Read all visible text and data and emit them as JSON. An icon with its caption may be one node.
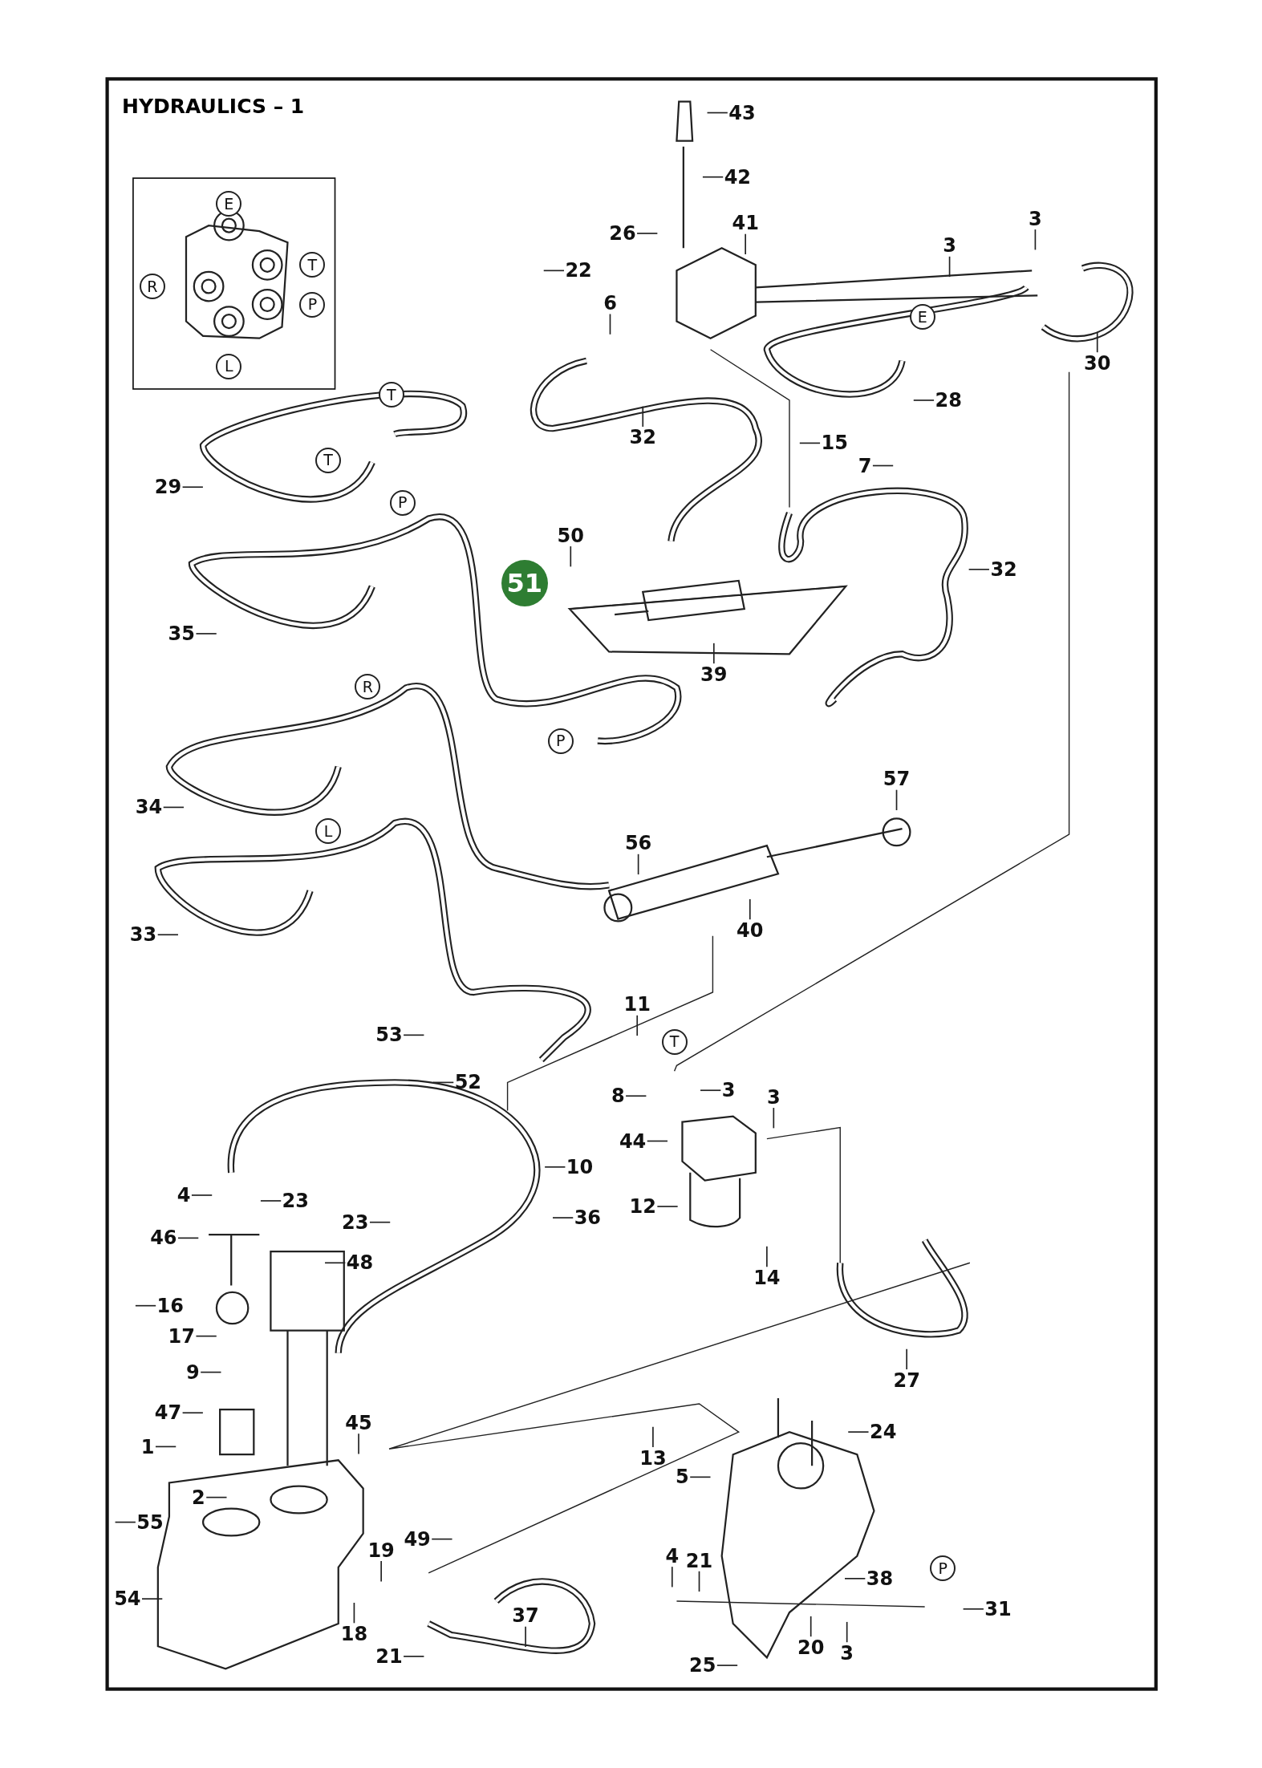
{
  "diagram": {
    "title": "HYDRAULICS – 1",
    "nodes": [
      {
        "text": [
          "43"
        ]
      },
      {
        "text": [
          "42"
        ]
      },
      {
        "text": [
          "26"
        ]
      },
      {
        "text": [
          "41"
        ]
      },
      {
        "text": [
          "3"
        ]
      },
      {
        "text": [
          "3"
        ]
      },
      {
        "text": [
          "22"
        ]
      },
      {
        "text": [
          "6"
        ]
      },
      {
        "text": [
          "30"
        ]
      },
      {
        "text": [
          "28"
        ]
      },
      {
        "text": [
          "32"
        ]
      },
      {
        "text": [
          "15"
        ]
      },
      {
        "text": [
          "7"
        ]
      },
      {
        "text": [
          "29"
        ]
      },
      {
        "text": [
          "50"
        ]
      },
      {
        "text": [
          "32"
        ]
      },
      {
        "text": [
          "35"
        ]
      },
      {
        "text": [
          "39"
        ]
      },
      {
        "text": [
          "57"
        ]
      },
      {
        "text": [
          "34"
        ]
      },
      {
        "text": [
          "56"
        ]
      },
      {
        "text": [
          "40"
        ]
      },
      {
        "text": [
          "33"
        ]
      },
      {
        "text": [
          "11"
        ]
      },
      {
        "text": [
          "53"
        ]
      },
      {
        "text": [
          "52"
        ]
      },
      {
        "text": [
          "8"
        ]
      },
      {
        "text": [
          "3"
        ]
      },
      {
        "text": [
          "3"
        ]
      },
      {
        "text": [
          "44"
        ]
      },
      {
        "text": [
          "10"
        ]
      },
      {
        "text": [
          "12"
        ]
      },
      {
        "text": [
          "4"
        ]
      },
      {
        "text": [
          "23"
        ]
      },
      {
        "text": [
          "23"
        ]
      },
      {
        "text": [
          "36"
        ]
      },
      {
        "text": [
          "46"
        ]
      },
      {
        "text": [
          "48"
        ]
      },
      {
        "text": [
          "14"
        ]
      },
      {
        "text": [
          "16"
        ]
      },
      {
        "text": [
          "17"
        ]
      },
      {
        "text": [
          "9"
        ]
      },
      {
        "text": [
          "27"
        ]
      },
      {
        "text": [
          "47"
        ]
      },
      {
        "text": [
          "45"
        ]
      },
      {
        "text": [
          "24"
        ]
      },
      {
        "text": [
          "1"
        ]
      },
      {
        "text": [
          "13"
        ]
      },
      {
        "text": [
          "5"
        ]
      },
      {
        "text": [
          "2"
        ]
      },
      {
        "text": [
          "55"
        ]
      },
      {
        "text": [
          "49"
        ]
      },
      {
        "text": [
          "19"
        ]
      },
      {
        "text": [
          "4"
        ]
      },
      {
        "text": [
          "21"
        ]
      },
      {
        "text": [
          "38"
        ]
      },
      {
        "text": [
          "54"
        ]
      },
      {
        "text": [
          "31"
        ]
      },
      {
        "text": [
          "37"
        ]
      },
      {
        "text": [
          "18"
        ]
      },
      {
        "text": [
          "20"
        ]
      },
      {
        "text": [
          "3"
        ]
      },
      {
        "text": [
          "21"
        ]
      },
      {
        "text": [
          "25"
        ]
      }
    ],
    "edges": [
      {
        "from": 0,
        "to": null,
        "arrow": "none"
      },
      {
        "from": 1,
        "to": null,
        "arrow": "none"
      },
      {
        "from": 2,
        "to": null,
        "arrow": "none"
      },
      {
        "from": 3,
        "to": null,
        "arrow": "none"
      },
      {
        "from": 4,
        "to": null,
        "arrow": "none"
      },
      {
        "from": 5,
        "to": null,
        "arrow": "none"
      },
      {
        "from": 6,
        "to": null,
        "arrow": "none"
      },
      {
        "from": 7,
        "to": null,
        "arrow": "none"
      },
      {
        "from": 8,
        "to": null,
        "arrow": "none"
      },
      {
        "from": 9,
        "to": null,
        "arrow": "none"
      },
      {
        "from": 10,
        "to": null,
        "arrow": "none"
      },
      {
        "from": 11,
        "to": null,
        "arrow": "none"
      },
      {
        "from": 12,
        "to": null,
        "arrow": "none"
      },
      {
        "from": 13,
        "to": null,
        "arrow": "none"
      },
      {
        "from": 14,
        "to": null,
        "arrow": "none"
      },
      {
        "from": 15,
        "to": null,
        "arrow": "none"
      },
      {
        "from": 16,
        "to": null,
        "arrow": "none"
      },
      {
        "from": 17,
        "to": null,
        "arrow": "none"
      },
      {
        "from": 18,
        "to": null,
        "arrow": "none"
      },
      {
        "from": 19,
        "to": null,
        "arrow": "none"
      },
      {
        "from": 20,
        "to": null,
        "arrow": "none"
      },
      {
        "from": 21,
        "to": null,
        "arrow": "none"
      },
      {
        "from": 22,
        "to": null,
        "arrow": "none"
      },
      {
        "from": 23,
        "to": null,
        "arrow": "none"
      },
      {
        "from": 24,
        "to": null,
        "arrow": "none"
      },
      {
        "from": 25,
        "to": null,
        "arrow": "none"
      },
      {
        "from": 26,
        "to": null,
        "arrow": "none"
      },
      {
        "from": 27,
        "to": null,
        "arrow": "none"
      },
      {
        "from": 28,
        "to": null,
        "arrow": "none"
      },
      {
        "from": 29,
        "to": null,
        "arrow": "none"
      },
      {
        "from": 30,
        "to": null,
        "arrow": "none"
      },
      {
        "from": 31,
        "to": null,
        "arrow": "none"
      },
      {
        "from": 32,
        "to": null,
        "arrow": "none"
      },
      {
        "from": 33,
        "to": null,
        "arrow": "none"
      },
      {
        "from": 34,
        "to": null,
        "arrow": "none"
      },
      {
        "from": 35,
        "to": null,
        "arrow": "none"
      },
      {
        "from": 36,
        "to": null,
        "arrow": "none"
      },
      {
        "from": 37,
        "to": null,
        "arrow": "none"
      },
      {
        "from": 38,
        "to": null,
        "arrow": "none"
      },
      {
        "from": 39,
        "to": null,
        "arrow": "none"
      },
      {
        "from": 40,
        "to": null,
        "arrow": "none"
      },
      {
        "from": 41,
        "to": null,
        "arrow": "none"
      },
      {
        "from": 42,
        "to": null,
        "arrow": "none"
      },
      {
        "from": 43,
        "to": null,
        "arrow": "none"
      },
      {
        "from": 44,
        "to": null,
        "arrow": "none"
      },
      {
        "from": 45,
        "to": null,
        "arrow": "none"
      },
      {
        "from": 46,
        "to": null,
        "arrow": "none"
      },
      {
        "from": 47,
        "to": null,
        "arrow": "none"
      },
      {
        "from": 48,
        "to": null,
        "arrow": "none"
      },
      {
        "from": 49,
        "to": null,
        "arrow": "none"
      },
      {
        "from": 50,
        "to": null,
        "arrow": "none"
      },
      {
        "from": 51,
        "to": null,
        "arrow": "none"
      },
      {
        "from": 52,
        "to": null,
        "arrow": "none"
      },
      {
        "from": 53,
        "to": null,
        "arrow": "none"
      },
      {
        "from": 54,
        "to": null,
        "arrow": "none"
      },
      {
        "from": 55,
        "to": null,
        "arrow": "none"
      },
      {
        "from": 56,
        "to": null,
        "arrow": "none"
      },
      {
        "from": 57,
        "to": null,
        "arrow": "none"
      },
      {
        "from": 58,
        "to": null,
        "arrow": "none"
      },
      {
        "from": 59,
        "to": null,
        "arrow": "none"
      },
      {
        "from": 60,
        "to": null,
        "arrow": "none"
      },
      {
        "from": 61,
        "to": null,
        "arrow": "none"
      },
      {
        "from": 62,
        "to": null,
        "arrow": "none"
      },
      {
        "from": 63,
        "to": null,
        "arrow": "none"
      }
    ],
    "labels": [
      "E",
      "T",
      "R",
      "P",
      "L",
      "E",
      "T",
      "T",
      "P",
      "51",
      "R",
      "P",
      "L",
      "T",
      "P"
    ]
  }
}
